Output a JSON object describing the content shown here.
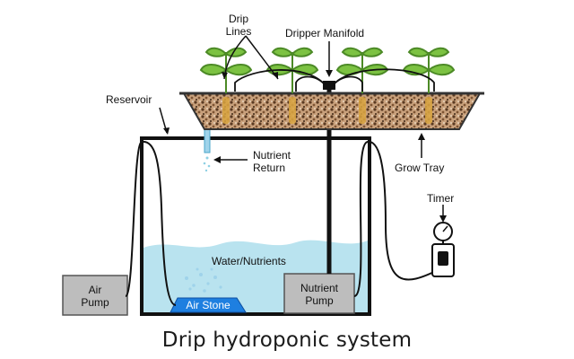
{
  "labels": {
    "drip_lines": "Drip\nLines",
    "dripper_manifold": "Dripper Manifold",
    "reservoir": "Reservoir",
    "nutrient_return": "Nutrient\nReturn",
    "grow_tray": "Grow Tray",
    "timer": "Timer",
    "water_nutrients": "Water/Nutrients",
    "air_pump": "Air\nPump",
    "nutrient_pump": "Nutrient\nPump",
    "air_stone": "Air Stone"
  },
  "caption": "Drip hydroponic system",
  "colors": {
    "water": "#b9e3ef",
    "water_dark": "#8fd0e4",
    "air_stone": "#1e7fe0",
    "pump_box": "#bdbdbd",
    "tray_fill": "#b5825a",
    "leaf": "#7cc242",
    "outline": "#111111"
  },
  "icons": {
    "timer": "timer-gauge-icon",
    "outlet": "power-outlet-icon",
    "plant": "seedling-icon"
  }
}
